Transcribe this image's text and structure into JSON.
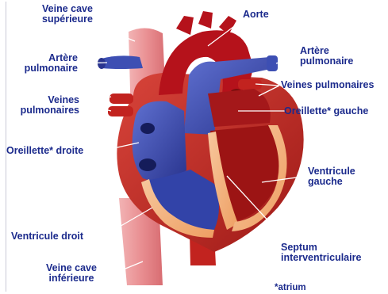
{
  "labels": {
    "vcs_l1": "Veine cave",
    "vcs_l2": "supérieure",
    "ap_left_l1": "Artère",
    "ap_left_l2": "pulmonaire",
    "vp_left_l1": "Veines",
    "vp_left_l2": "pulmonaires",
    "od": "Oreillette* droite",
    "vd": "Ventricule droit",
    "vci_l1": "Veine cave",
    "vci_l2": "inférieure",
    "aorte": "Aorte",
    "ap_right_l1": "Artère",
    "ap_right_l2": "pulmonaire",
    "vp_right": "Veines pulmonaires",
    "og": "Oreillette* gauche",
    "vg_l1": "Ventricule",
    "vg_l2": "gauche",
    "septum_l1": "Septum",
    "septum_l2": "interventriculaire",
    "footnote": "*atrium"
  },
  "colors": {
    "label_text": "#1b2a8c",
    "leader_line": "#ffffff",
    "vein_blue": "#3d4fb3",
    "deep_blue": "#28348f",
    "artery_red": "#b5121b",
    "muscle_red": "#c8302a",
    "pink_vessel": "#e98f92",
    "septum_orange": "#f3b07e"
  }
}
